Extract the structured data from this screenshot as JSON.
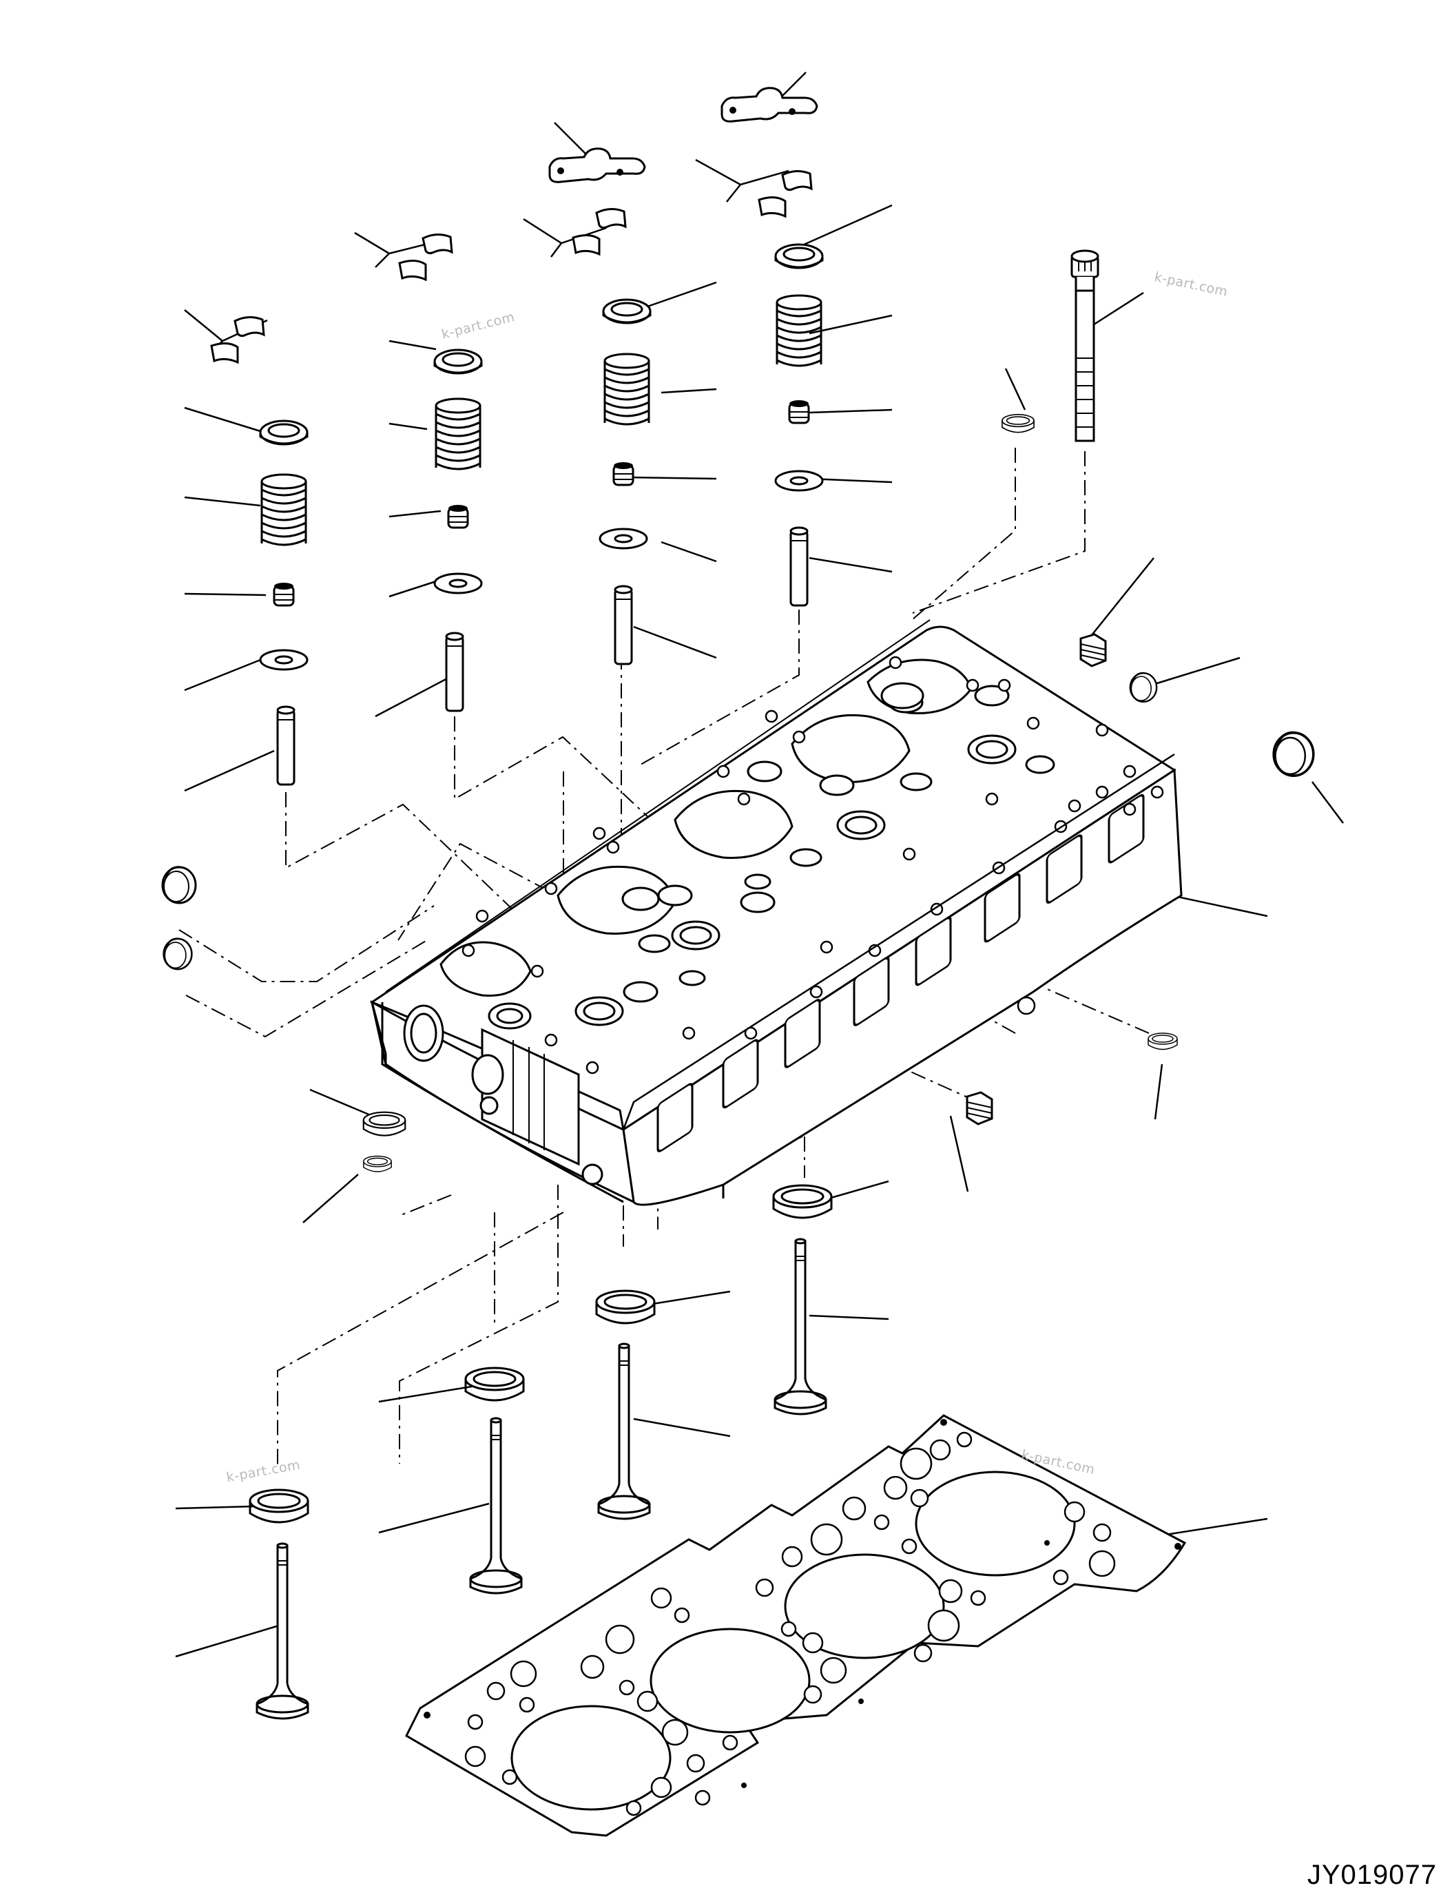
{
  "drawing": {
    "id": "JY019077",
    "watermark": "k-part.com"
  },
  "parts": [
    "cylinder-head",
    "head-bolt",
    "valve-cotter",
    "valve-bridge",
    "spring-retainer",
    "valve-spring",
    "valve-stem-seal",
    "spring-seat-washer",
    "valve-guide",
    "valve-seat-insert",
    "intake-valve",
    "exhaust-valve",
    "expansion-plug",
    "o-ring",
    "head-gasket"
  ],
  "colors": {
    "line": "#000000",
    "background": "#ffffff",
    "watermark": "#b9b9b9"
  }
}
